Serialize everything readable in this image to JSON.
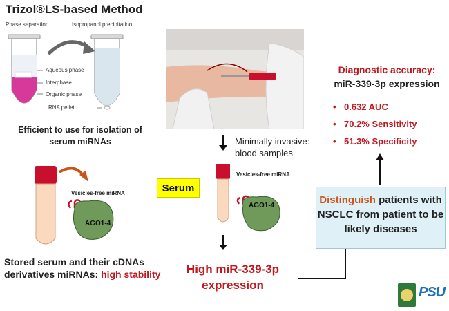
{
  "title": "Trizol®LS-based Method",
  "tube_labels": {
    "phase_separation": "Phase separation",
    "isopropanol": "Isopropanol precipitation",
    "aqueous": "Aqueous phase",
    "interphase": "Interphase",
    "organic": "Organic phase",
    "pellet": "RNA pellet"
  },
  "efficient_text": [
    "Efficient to use for isolation of",
    "serum miRNAs"
  ],
  "vesicles_free_left": "Vesicles-free miRNA",
  "ago_left": "AGO1-4",
  "stored_text": {
    "line1": "Stored serum  and their cDNAs",
    "line2_prefix": "derivatives miRNAs: ",
    "line2_highlight": "high stability"
  },
  "minimally_invasive": [
    "Minimally invasive:",
    "blood samples"
  ],
  "serum_label": "Serum",
  "vesicles_free_center": "Vesicles-free miRNA",
  "ago_center": "AGO1-4",
  "high_expression": [
    "High miR-339-3p",
    "expression"
  ],
  "diagnostic": {
    "title": "Diagnostic accuracy:",
    "subtitle": "miR-339-3p expression",
    "bullet": "•",
    "items": [
      "0.632 AUC",
      "70.2% Sensitivity",
      "51.3% Specificity"
    ]
  },
  "distinguish": {
    "highlight": "Distinguish",
    "rest_line1": " patients with",
    "line2": "NSCLC from patient to be",
    "line3": "likely diseases"
  },
  "logo_text": "PSU",
  "colors": {
    "accent_red": "#c0181e",
    "highlight_orange": "#c9551c",
    "serum_yellow": "#ffff00",
    "protein_green": "#6f9a5a",
    "tube_cap_red": "#c8102e",
    "magenta_phase": "#d6399a"
  }
}
